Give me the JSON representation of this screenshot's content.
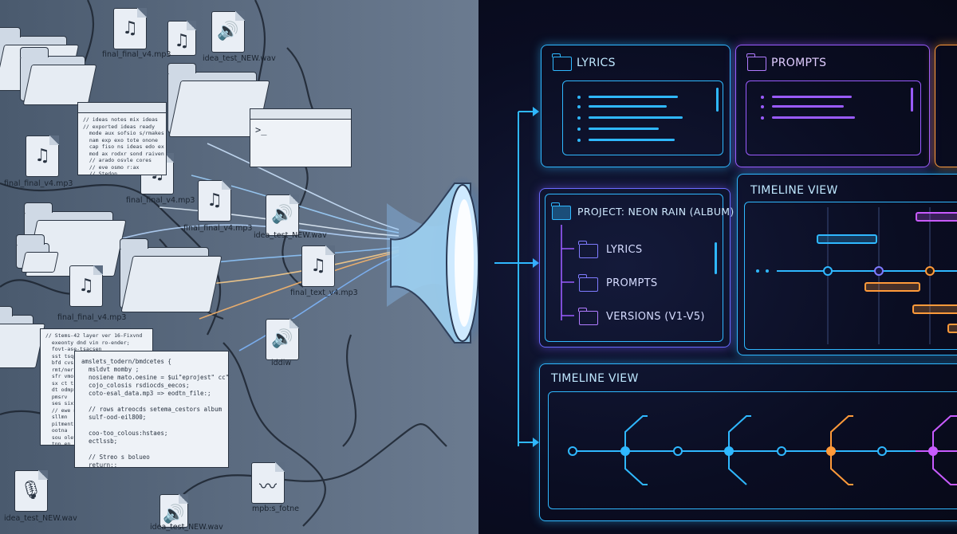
{
  "left_panel": {
    "file_labels": {
      "f1": "final_final_v4.mp3",
      "f2": "idea_test_NEW.wav",
      "f3": "final_final_v4.mp3",
      "f4": "final_final_v4.mp3",
      "f5": "final_final_v4.mp3",
      "f6": "idea_test_NEW.wav",
      "f7": "final_text_v4.mp3",
      "f8": "final_final_v4.mp3",
      "f9": "iddiw",
      "f10": "idea_test_NEW.wav",
      "f11": "idea_test_NEW.wav",
      "f12": "mpb:s_fotne"
    },
    "terminal_prompt": ">_",
    "code_small": "// ideas notes mix ideas\n// exported ideas ready\n  mode aux sofsio s/rmakes r\n  nam exp exo tote onone\n  cap fiso ns ideas edo ex\n  mod ax rodxr sond raiven\n  // arado osvle cores\n  // eve osmo r:ax\n  // Stedon\n  // aso sx\n  // gonos\n  // reads",
    "code_left": "// Stems-42 layer ver 16-Fixvnd\n  exeonty dnd vin ro-ender;\n  fovt-ase-tsacsen\n  sst tsqp fcvsne\n  bfd cvsro\n  rmt/ner\n  sfr vmo\n  sx ct tscosntr\n  dt odmpt\n  pmsrv\n  ses sixtfs\n  // ewe nvn\n  sllmn\n  pitment(fty\n  ootna\n  sou olet\n  tnp en\n  lcsla la\n  lcse rat\n  anu\n  cns-lea",
    "code_main": "amslets_todern/bmdcetes {\n  msldvt momby ;\n  nosiene mato.oesine = $ui\"eprojest\" cc\"%j\";\n  cojo_colosis rsdiocds_eecos;\n  coto-esal_data.mp3 => eodtn_file:;\n\n  // rows atreocds setema_cestors album\n  sulf-ood-eil800;\n\n  coo-too_colous:hstaes;\n  ectlssb;\n\n  // Streo s bolueo\n  return:;\n}"
  },
  "right_panel": {
    "lyrics_card": {
      "title": "LYRICS"
    },
    "prompts_card": {
      "title": "PROMPTS"
    },
    "project_card": {
      "title": "PROJECT: NEON RAIN (ALBUM)",
      "items": [
        "LYRICS",
        "PROMPTS",
        "VERSIONS (V1-V5)"
      ]
    },
    "timeline_top": {
      "title": "TIMELINE VIEW"
    },
    "timeline_bottom": {
      "title": "TIMELINE VIEW"
    }
  },
  "colors": {
    "cyan": "#2fb8ff",
    "purple": "#9a5bff",
    "magenta": "#c85bff",
    "orange": "#ff9a3a",
    "blue": "#4a7bff"
  }
}
